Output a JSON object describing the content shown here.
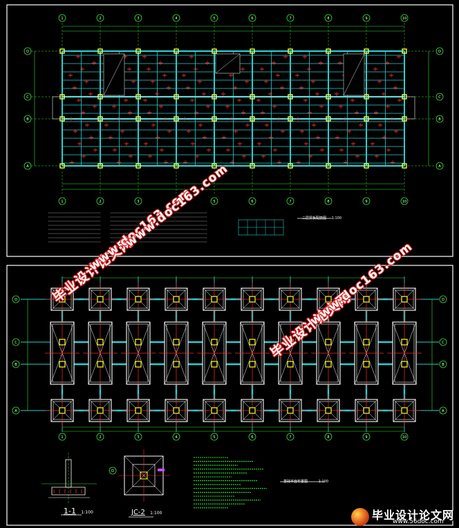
{
  "plan1": {
    "axis_nums": [
      "1",
      "2",
      "3",
      "4",
      "5",
      "6",
      "7",
      "8",
      "9",
      "10"
    ],
    "axis_letters": [
      "D",
      "C",
      "B",
      "A"
    ],
    "title": "二层梁板配筋图",
    "scale": "1:100"
  },
  "plan2": {
    "axis_nums": [
      "1",
      "2",
      "3",
      "4",
      "5",
      "6",
      "7",
      "8",
      "9",
      "10"
    ],
    "axis_letters": [
      "D",
      "C",
      "B",
      "A"
    ],
    "title": "基础平面布置图",
    "scale": "1:100"
  },
  "details": {
    "section_label": "1-1",
    "section_scale": "1:100",
    "jc_label": "JC-2",
    "jc_scale": "1:100"
  },
  "watermarks": {
    "site_cn": "毕业设计论文网",
    "site_url": "www.doc163.com"
  },
  "logo": {
    "text": "毕业设计论文网",
    "url": "www.56doc.com"
  },
  "colors": {
    "background": "#000000",
    "grid": "#2ad0d0",
    "axis": "#2ee82e",
    "column": "#ffff33",
    "rebar": "#ff2a2a",
    "frame": "#ffffff"
  }
}
